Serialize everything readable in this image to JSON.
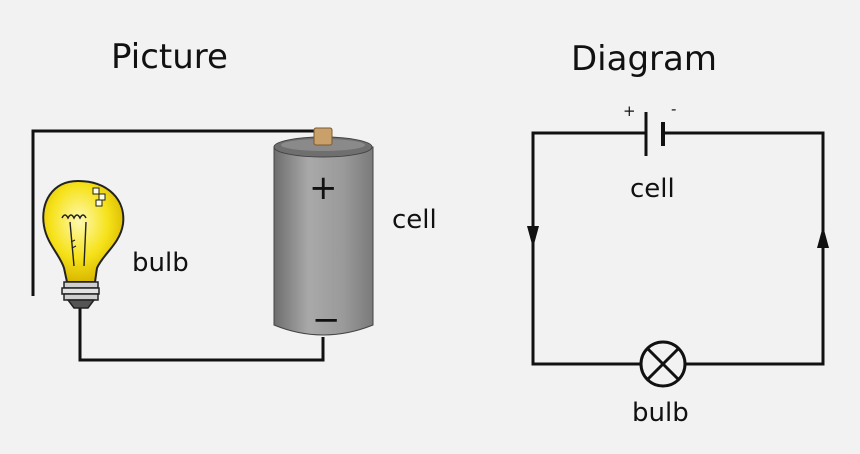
{
  "picture": {
    "heading": "Picture",
    "bulb_label": "bulb",
    "cell_label": "cell",
    "plus_sign": "+",
    "minus_sign": "−"
  },
  "diagram": {
    "heading": "Diagram",
    "cell_label": "cell",
    "bulb_label": "bulb",
    "plus_sign": "+",
    "minus_sign": "-"
  }
}
